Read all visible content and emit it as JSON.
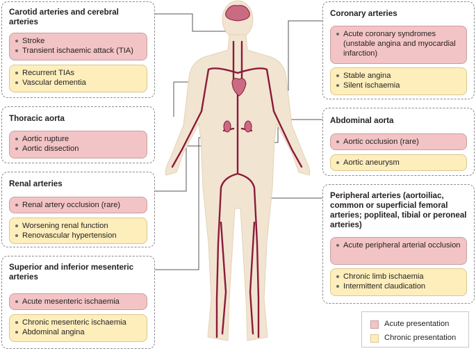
{
  "panels": {
    "carotid": {
      "title": "Carotid arteries and cerebral arteries",
      "acute": [
        "Stroke",
        "Transient ischaemic attack (TIA)"
      ],
      "chronic": [
        "Recurrent TIAs",
        "Vascular dementia"
      ]
    },
    "thoracic": {
      "title": "Thoracic aorta",
      "acute": [
        "Aortic rupture",
        "Aortic dissection"
      ]
    },
    "renal": {
      "title": "Renal arteries",
      "acute": [
        "Renal artery occlusion (rare)"
      ],
      "chronic": [
        "Worsening renal function",
        "Renovascular hypertension"
      ]
    },
    "mesenteric": {
      "title": "Superior and inferior mesenteric arteries",
      "acute": [
        "Acute mesenteric ischaemia"
      ],
      "chronic": [
        "Chronic mesenteric ischaemia",
        "Abdominal angina"
      ]
    },
    "coronary": {
      "title": "Coronary arteries",
      "acute": [
        "Acute coronary syndromes (unstable angina and myocardial infarction)"
      ],
      "chronic": [
        "Stable angina",
        "Silent ischaemia"
      ]
    },
    "abdominal": {
      "title": "Abdominal aorta",
      "acute": [
        "Aortic occlusion (rare)"
      ],
      "chronic": [
        "Aortic aneurysm"
      ]
    },
    "peripheral": {
      "title": "Peripheral arteries (aortoiliac, common or superficial femoral arteries; popliteal, tibial or peroneal arteries)",
      "acute": [
        "Acute peripheral arterial occlusion"
      ],
      "chronic": [
        "Chronic limb ischaemia",
        "Intermittent claudication"
      ]
    }
  },
  "legend": {
    "acute_label": "Acute presentation",
    "chronic_label": "Chronic presentation"
  },
  "colors": {
    "acute_fill": "#f3c4c5",
    "chronic_fill": "#fdeebc",
    "artery": "#8b1a3a",
    "skin": "#f1e4d0"
  }
}
